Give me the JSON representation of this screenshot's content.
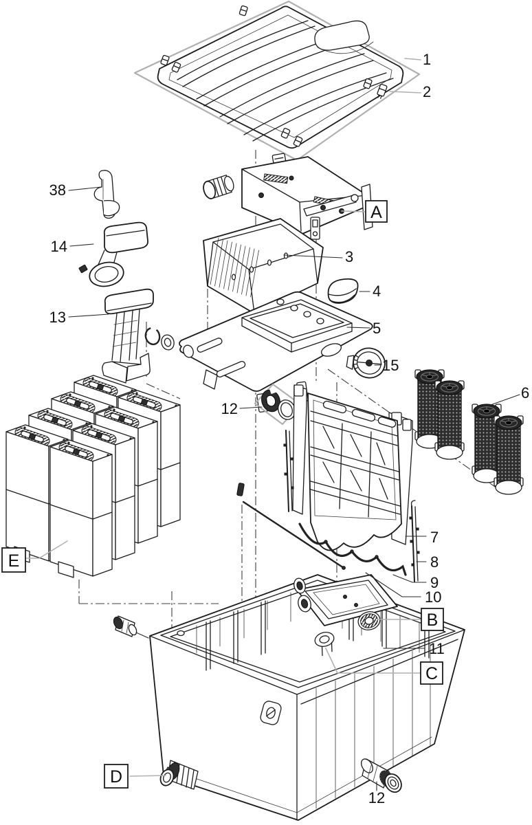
{
  "diagram": {
    "type": "exploded-parts-diagram",
    "colors": {
      "background": "#ffffff",
      "ink": "#1c1c1c",
      "halo": "#b0b0b0",
      "dark_fill": "#2e2e2e"
    },
    "part_labels": {
      "n1": "1",
      "n2": "2",
      "n3": "3",
      "n4": "4",
      "n5": "5",
      "n6": "6",
      "n7": "7",
      "n8": "8",
      "n9": "9",
      "n10": "10",
      "n11": "11",
      "n12a": "12",
      "n12b": "12",
      "n13": "13",
      "n14": "14",
      "n15": "15",
      "n38": "38"
    },
    "assembly_labels": {
      "a": "A",
      "b": "B",
      "c": "C",
      "d": "D",
      "e": "E"
    }
  }
}
